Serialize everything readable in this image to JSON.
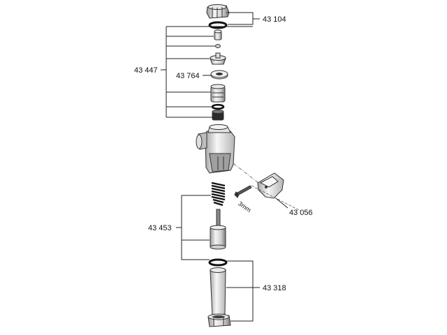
{
  "labels": {
    "cap_knob": "43 104",
    "valve_group": "43 447",
    "seat_washer": "43 764",
    "lever_handle": "43 056",
    "spring_piston": "43 453",
    "tube_set": "43 318"
  },
  "annotations": {
    "hex_key": "3mm"
  },
  "colors": {
    "part_fill_light": "#f2f2f2",
    "part_fill_mid": "#d9d9d9",
    "part_fill_dark": "#8a8a8a",
    "line": "#222222"
  }
}
